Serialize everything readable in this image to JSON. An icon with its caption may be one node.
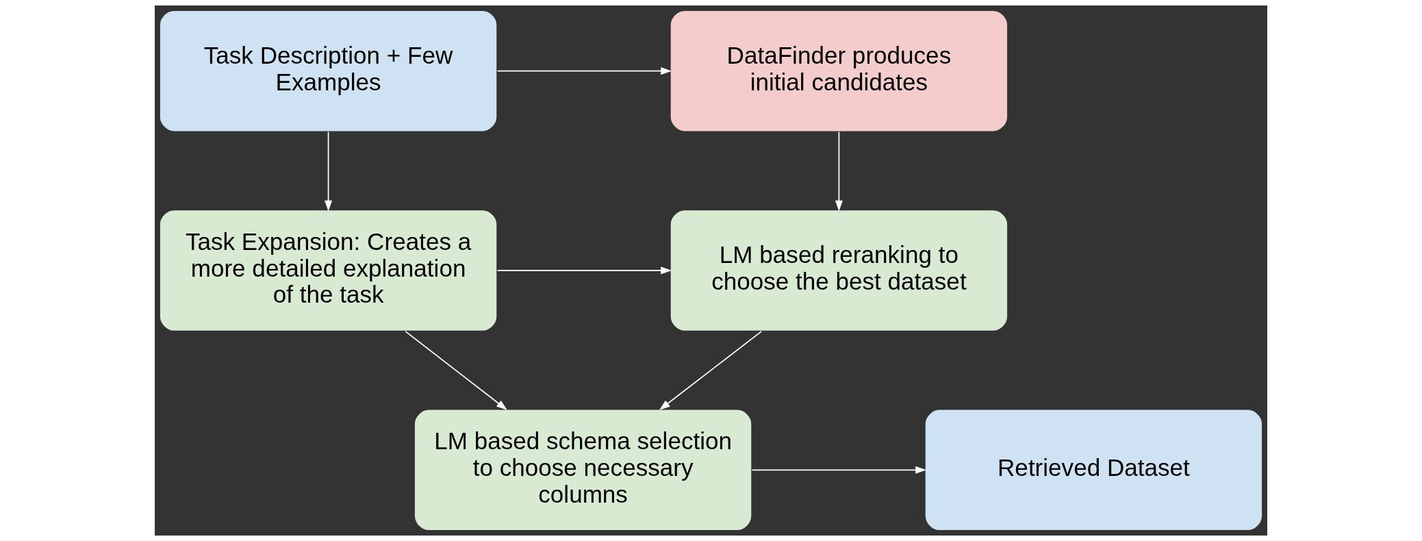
{
  "diagram": {
    "nodes": [
      {
        "text": [
          "Task Description + Few Examples"
        ]
      },
      {
        "text": [
          "DataFinder produces initial candidates"
        ]
      },
      {
        "text": [
          "Task Expansion: Creates a more detailed explanation of the task"
        ]
      },
      {
        "text": [
          "LM based reranking to choose the best dataset"
        ]
      },
      {
        "text": [
          "LM based schema selection to choose necessary columns"
        ]
      },
      {
        "text": [
          "Retrieved Dataset"
        ]
      }
    ],
    "edges": [
      {
        "from": 0,
        "to": 1,
        "arrow": "to"
      },
      {
        "from": 0,
        "to": 2,
        "arrow": "to"
      },
      {
        "from": 1,
        "to": 3,
        "arrow": "to"
      },
      {
        "from": 2,
        "to": 3,
        "arrow": "to"
      },
      {
        "from": 3,
        "to": 4,
        "arrow": "to"
      },
      {
        "from": 2,
        "to": 4,
        "arrow": "to"
      },
      {
        "from": 4,
        "to": 5,
        "arrow": "to"
      }
    ]
  }
}
